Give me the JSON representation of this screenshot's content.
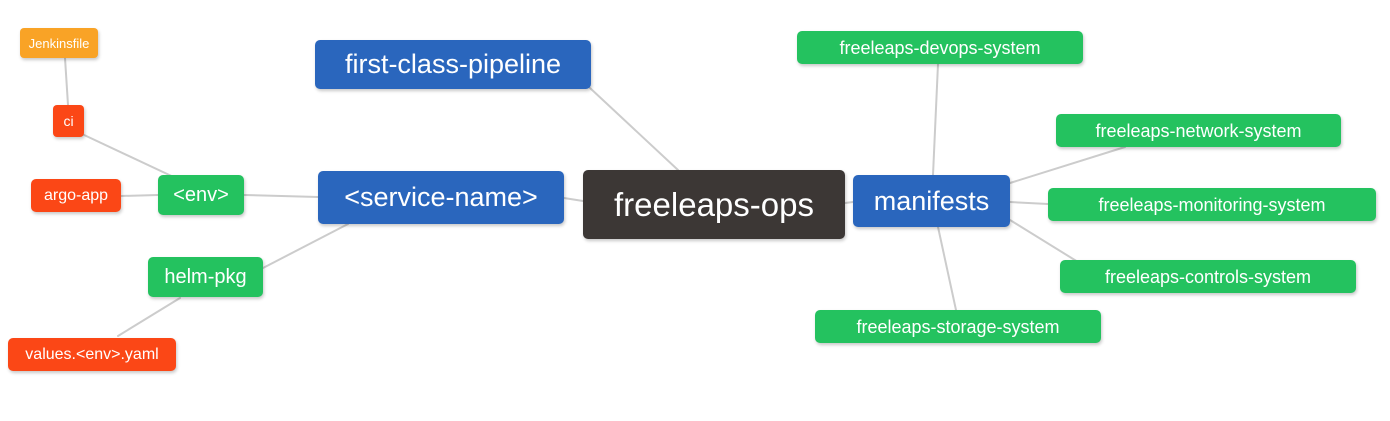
{
  "palette": {
    "blue": "#2a66bd",
    "green": "#24c25f",
    "red": "#fb4716",
    "amber": "#f9a326",
    "dark": "#3c3735",
    "edge": "#cccccc",
    "text": "#ffffff",
    "background": "#ffffff"
  },
  "mindmap": {
    "root": {
      "label": "freeleaps-ops"
    },
    "nodes": {
      "jenkinsfile": {
        "label": "Jenkinsfile"
      },
      "ci": {
        "label": "ci"
      },
      "argo_app": {
        "label": "argo-app"
      },
      "env": {
        "label": "<env>"
      },
      "helm_pkg": {
        "label": "helm-pkg"
      },
      "values_env_yaml": {
        "label": "values.<env>.yaml"
      },
      "first_class_pipeline": {
        "label": "first-class-pipeline"
      },
      "service_name": {
        "label": "<service-name>"
      },
      "manifests": {
        "label": "manifests"
      },
      "devops_system": {
        "label": "freeleaps-devops-system"
      },
      "network_system": {
        "label": "freeleaps-network-system"
      },
      "monitoring_system": {
        "label": "freeleaps-monitoring-system"
      },
      "controls_system": {
        "label": "freeleaps-controls-system"
      },
      "storage_system": {
        "label": "freeleaps-storage-system"
      }
    },
    "edges": [
      {
        "from": "jenkinsfile",
        "to": "ci"
      },
      {
        "from": "ci",
        "to": "env"
      },
      {
        "from": "argo_app",
        "to": "env"
      },
      {
        "from": "env",
        "to": "service_name"
      },
      {
        "from": "helm_pkg",
        "to": "service_name"
      },
      {
        "from": "values_env_yaml",
        "to": "helm_pkg"
      },
      {
        "from": "first_class_pipeline",
        "to": "freeleaps_ops"
      },
      {
        "from": "service_name",
        "to": "freeleaps_ops"
      },
      {
        "from": "freeleaps_ops",
        "to": "manifests"
      },
      {
        "from": "manifests",
        "to": "devops_system"
      },
      {
        "from": "manifests",
        "to": "network_system"
      },
      {
        "from": "manifests",
        "to": "monitoring_system"
      },
      {
        "from": "manifests",
        "to": "controls_system"
      },
      {
        "from": "manifests",
        "to": "storage_system"
      }
    ]
  }
}
